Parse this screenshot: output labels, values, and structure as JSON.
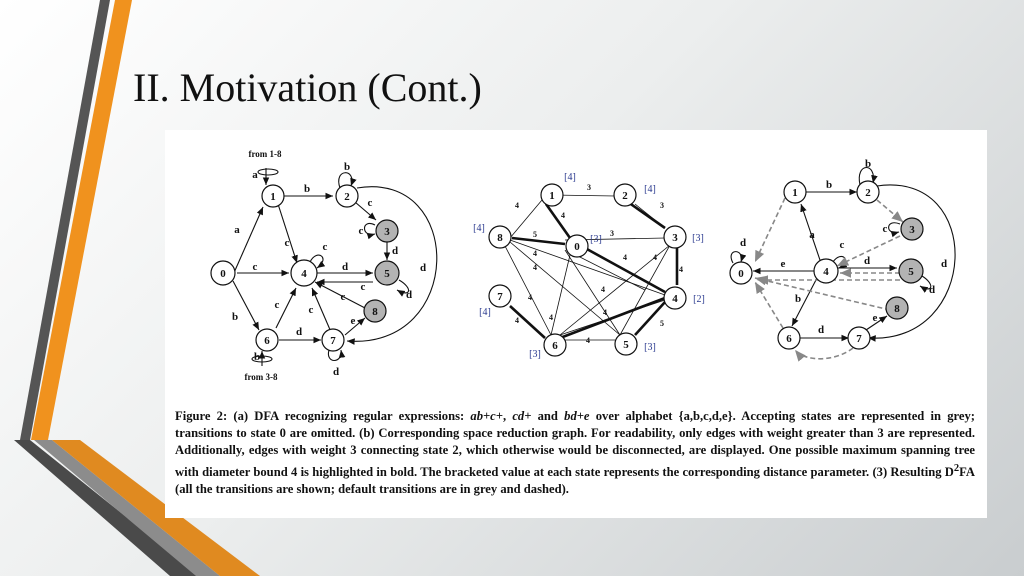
{
  "slide": {
    "title": "II. Motivation (Cont.)"
  },
  "figure": {
    "dfa": {
      "from_top": "from 1-8",
      "from_bottom": "from 3-8",
      "states": [
        "0",
        "1",
        "2",
        "3",
        "4",
        "5",
        "6",
        "7",
        "8"
      ],
      "symbols": {
        "a": "a",
        "b": "b",
        "c": "c",
        "d": "d",
        "e": "e"
      }
    },
    "graph": {
      "states": [
        "1",
        "2",
        "0",
        "3",
        "8",
        "4",
        "7",
        "6",
        "5"
      ],
      "distances": {
        "s1": "[4]",
        "s2": "[4]",
        "s0": "[3]",
        "s3": "[3]",
        "s8": "[4]",
        "s4": "[2]",
        "s7": "[4]",
        "s6": "[3]",
        "s5": "[3]"
      },
      "weights": {
        "w3": "3",
        "w4": "4",
        "w5": "5"
      }
    },
    "caption": {
      "lead": "Figure 2: (a) DFA recognizing regular expressions: ",
      "re1": "ab+c+",
      "sep1": ", ",
      "re2": "cd+",
      "mid": " and ",
      "re3": "bd+e",
      "rest": " over alphabet {a,b,c,d,e}. Accepting states are represented in grey; transitions to state 0 are omitted. (b) Corresponding space reduction graph. For readability, only edges with weight greater than 3 are represented. Additionally, edges with weight 3 connecting state 2, which otherwise would be disconnected, are displayed. One possible maximum spanning tree with diameter bound 4 is highlighted in bold. The bracketed value at each state represents the corresponding distance parameter. (3) Resulting D",
      "sup": "2",
      "tail": "FA (all the transitions are shown; default transitions are in grey and dashed)."
    }
  },
  "colors": {
    "accent_orange": "#f0921e",
    "accent_dark": "#4a4a4a",
    "label_blue": "#2a3a8f",
    "accepting_grey": "#b3b3b3"
  }
}
